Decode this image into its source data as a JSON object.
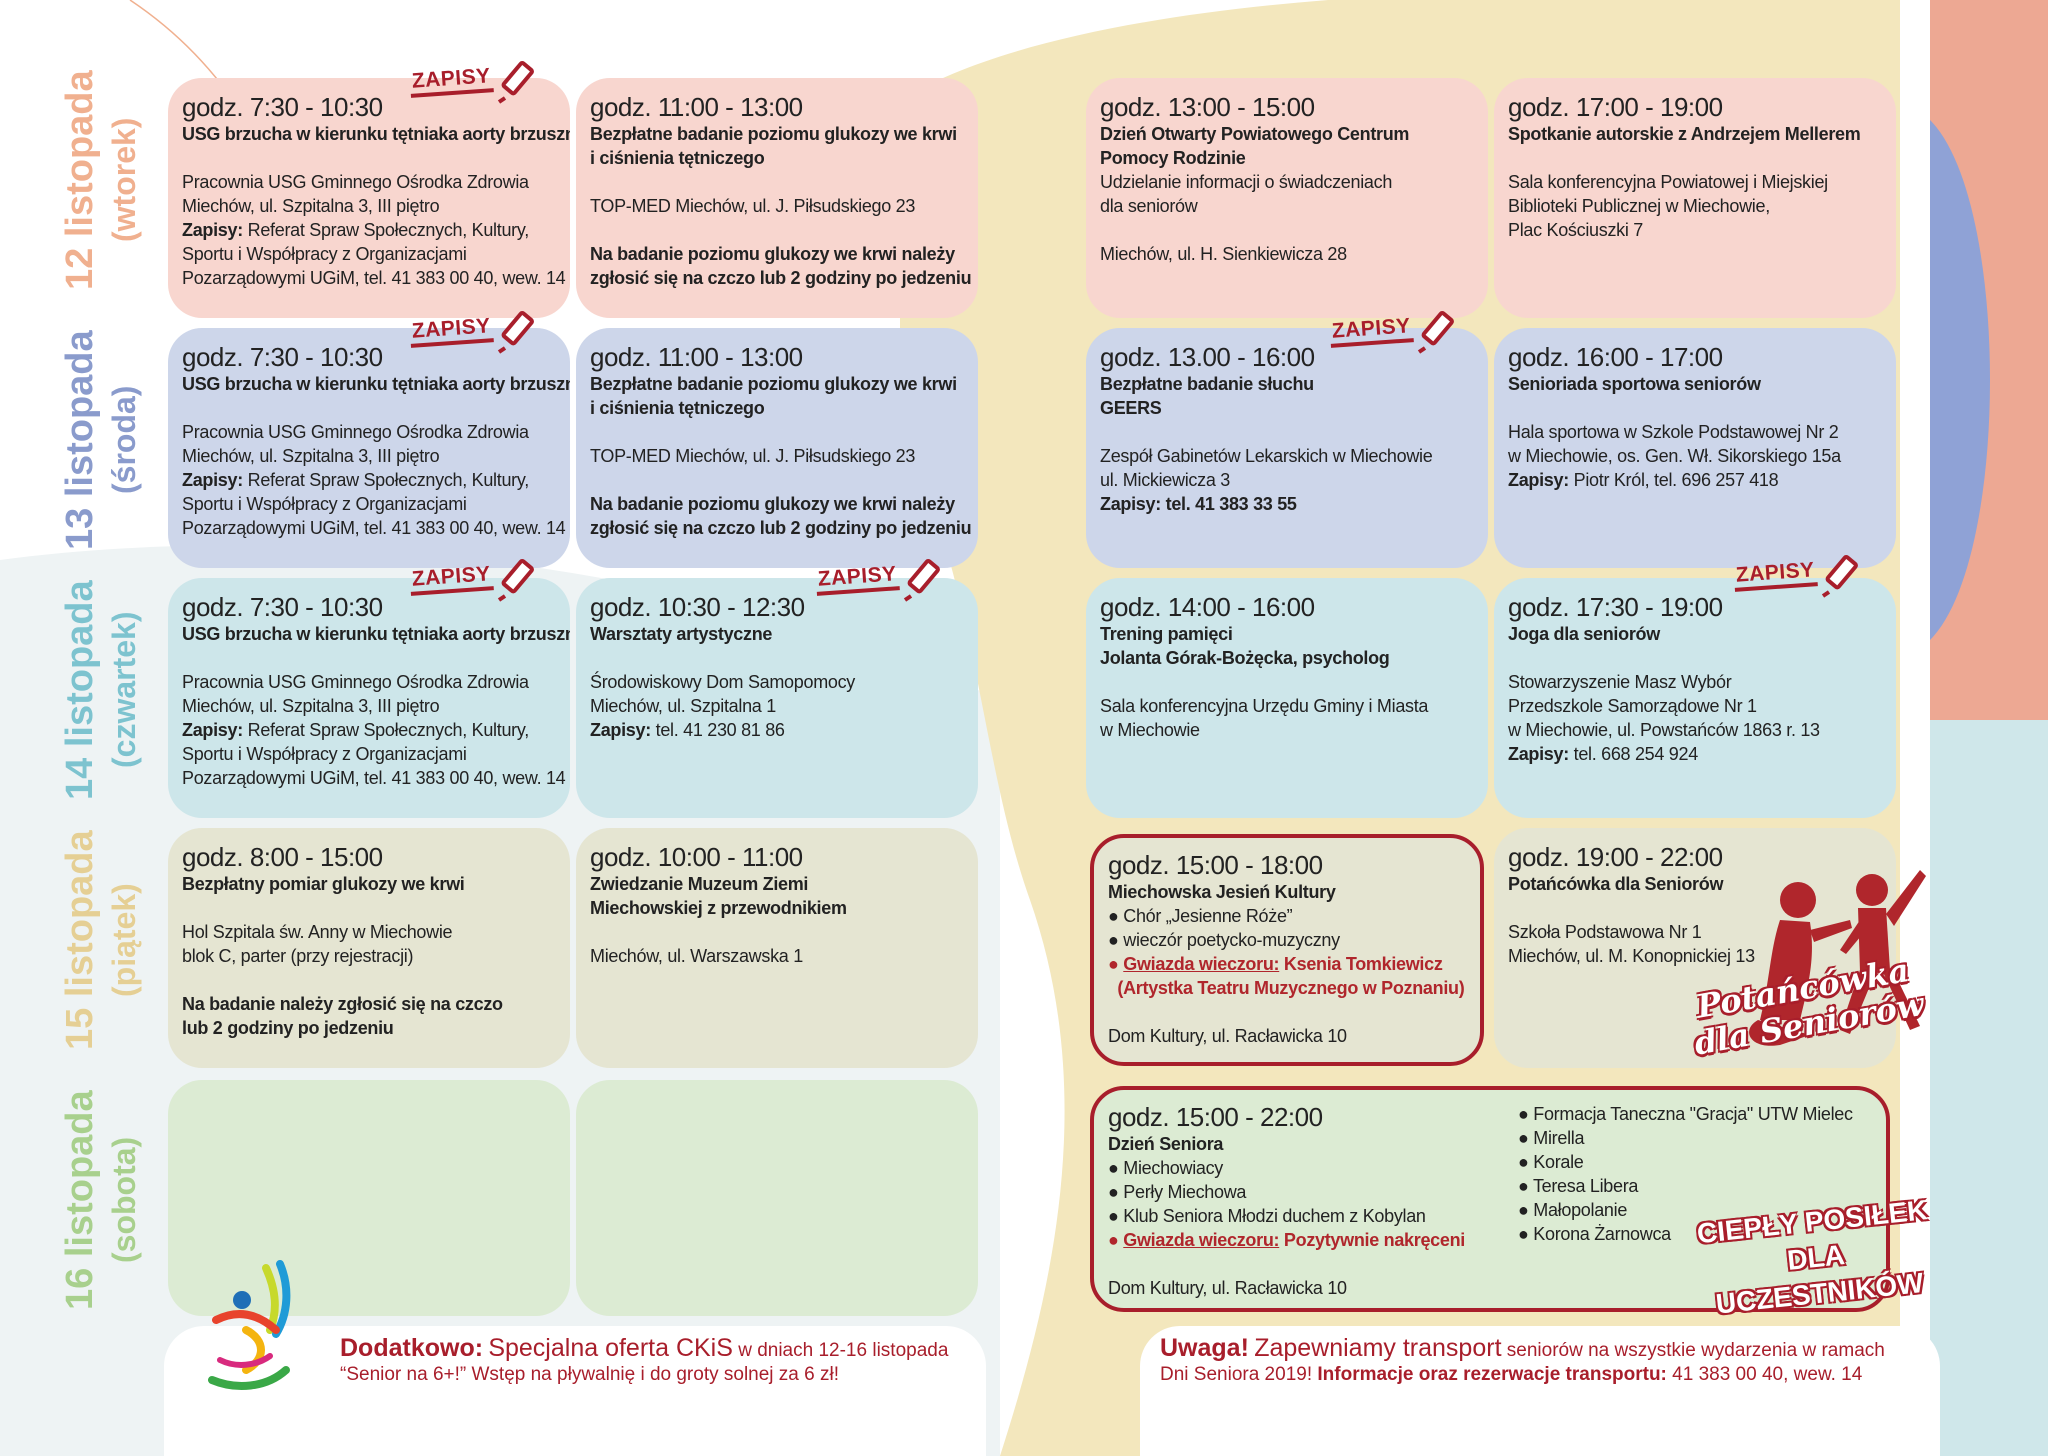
{
  "colors": {
    "pink": "#f8d6cf",
    "blue": "#cdd6ea",
    "cyan": "#cde6ea",
    "beige": "#e5e5d2",
    "green": "#dcebd3",
    "accent_red": "#a81e2b"
  },
  "zapisy_label": "ZAPISY",
  "days": [
    {
      "date": "12 listopada",
      "weekday": "(wtorek)",
      "color": "#f0b08f"
    },
    {
      "date": "13 listopada",
      "weekday": "(środa)",
      "color": "#8a9bcc"
    },
    {
      "date": "14 listopada",
      "weekday": "(czwartek)",
      "color": "#7dc3cf"
    },
    {
      "date": "15 listopada",
      "weekday": "(piątek)",
      "color": "#e5cf94"
    },
    {
      "date": "16 listopada",
      "weekday": "(sobota)",
      "color": "#a8d08d"
    }
  ],
  "events": {
    "e12a": {
      "time": "godz. 7:30 - 10:30",
      "lines": [
        {
          "t": "USG brzucha w kierunku tętniaka aorty brzusznej",
          "b": true
        },
        {
          "t": ""
        },
        {
          "t": "Pracownia USG Gminnego Ośrodka Zdrowia"
        },
        {
          "t": "Miechów, ul. Szpitalna 3, III piętro"
        },
        {
          "k": "Zapisy:",
          "t": " Referat Spraw Społecznych, Kultury,"
        },
        {
          "t": "Sportu i Współpracy z Organizacjami"
        },
        {
          "t": "Pozarządowymi UGiM, tel. 41 383 00 40, wew. 14"
        }
      ]
    },
    "e12b": {
      "time": "godz. 11:00 - 13:00",
      "lines": [
        {
          "t": "Bezpłatne badanie poziomu glukozy we krwi",
          "b": true
        },
        {
          "t": "i ciśnienia tętniczego",
          "b": true
        },
        {
          "t": ""
        },
        {
          "t": "TOP-MED Miechów, ul. J. Piłsudskiego 23"
        },
        {
          "t": ""
        },
        {
          "t": "Na badanie poziomu glukozy we krwi należy",
          "b": true
        },
        {
          "t": "zgłosić się na czczo lub 2 godziny po jedzeniu",
          "b": true
        }
      ]
    },
    "e12c": {
      "time": "godz. 13:00 - 15:00",
      "lines": [
        {
          "t": "Dzień Otwarty Powiatowego Centrum",
          "b": true
        },
        {
          "t": "Pomocy Rodzinie",
          "b": true
        },
        {
          "t": "Udzielanie informacji o świadczeniach"
        },
        {
          "t": "dla seniorów"
        },
        {
          "t": ""
        },
        {
          "t": "Miechów, ul. H. Sienkiewicza 28"
        }
      ]
    },
    "e12d": {
      "time": "godz. 17:00 - 19:00",
      "lines": [
        {
          "t": "Spotkanie autorskie z Andrzejem Mellerem",
          "b": true
        },
        {
          "t": ""
        },
        {
          "t": "Sala konferencyjna Powiatowej i Miejskiej"
        },
        {
          "t": "Biblioteki Publicznej w Miechowie,"
        },
        {
          "t": "Plac Kościuszki 7"
        }
      ]
    },
    "e13a": {
      "time": "godz. 7:30 - 10:30",
      "lines": [
        {
          "t": "USG brzucha w kierunku tętniaka aorty brzusznej",
          "b": true
        },
        {
          "t": ""
        },
        {
          "t": "Pracownia USG Gminnego Ośrodka Zdrowia"
        },
        {
          "t": "Miechów, ul. Szpitalna 3, III piętro"
        },
        {
          "k": "Zapisy:",
          "t": " Referat Spraw Społecznych, Kultury,"
        },
        {
          "t": "Sportu i Współpracy z Organizacjami"
        },
        {
          "t": "Pozarządowymi UGiM, tel. 41 383 00 40, wew. 14"
        }
      ]
    },
    "e13b": {
      "time": "godz. 11:00 - 13:00",
      "lines": [
        {
          "t": "Bezpłatne badanie poziomu glukozy we krwi",
          "b": true
        },
        {
          "t": "i ciśnienia tętniczego",
          "b": true
        },
        {
          "t": ""
        },
        {
          "t": "TOP-MED Miechów, ul. J. Piłsudskiego 23"
        },
        {
          "t": ""
        },
        {
          "t": "Na badanie poziomu glukozy we krwi należy",
          "b": true
        },
        {
          "t": "zgłosić się na czczo lub 2 godziny po jedzeniu",
          "b": true
        }
      ]
    },
    "e13c": {
      "time": "godz. 13.00 - 16:00",
      "lines": [
        {
          "t": "Bezpłatne badanie słuchu",
          "b": true
        },
        {
          "t": "GEERS",
          "b": true
        },
        {
          "t": ""
        },
        {
          "t": "Zespół Gabinetów Lekarskich w Miechowie"
        },
        {
          "t": "ul. Mickiewicza 3"
        },
        {
          "t": "Zapisy: tel. 41 383 33 55",
          "b": true
        }
      ]
    },
    "e13d": {
      "time": "godz. 16:00 - 17:00",
      "lines": [
        {
          "t": "Senioriada sportowa seniorów",
          "b": true
        },
        {
          "t": ""
        },
        {
          "t": "Hala sportowa w Szkole Podstawowej Nr 2"
        },
        {
          "t": "w Miechowie, os. Gen. Wł. Sikorskiego 15a"
        },
        {
          "k": "Zapisy:",
          "t": " Piotr Król, tel. 696 257 418"
        }
      ]
    },
    "e14a": {
      "time": "godz. 7:30 - 10:30",
      "lines": [
        {
          "t": "USG brzucha w kierunku tętniaka aorty brzusznej",
          "b": true
        },
        {
          "t": ""
        },
        {
          "t": "Pracownia USG Gminnego Ośrodka Zdrowia"
        },
        {
          "t": "Miechów, ul. Szpitalna 3, III piętro"
        },
        {
          "k": "Zapisy:",
          "t": " Referat Spraw Społecznych, Kultury,"
        },
        {
          "t": "Sportu i Współpracy z Organizacjami"
        },
        {
          "t": "Pozarządowymi UGiM, tel. 41 383 00 40, wew. 14"
        }
      ]
    },
    "e14b": {
      "time": "godz. 10:30 - 12:30",
      "lines": [
        {
          "t": "Warsztaty artystyczne",
          "b": true
        },
        {
          "t": ""
        },
        {
          "t": "Środowiskowy Dom Samopomocy"
        },
        {
          "t": "Miechów, ul. Szpitalna 1"
        },
        {
          "k": "Zapisy:",
          "t": " tel. 41 230 81 86"
        }
      ]
    },
    "e14c": {
      "time": "godz. 14:00 - 16:00",
      "lines": [
        {
          "t": "Trening pamięci",
          "b": true
        },
        {
          "t": "Jolanta Górak-Bożęcka, psycholog",
          "b": true
        },
        {
          "t": ""
        },
        {
          "t": "Sala konferencyjna Urzędu Gminy i Miasta"
        },
        {
          "t": "w Miechowie"
        }
      ]
    },
    "e14d": {
      "time": "godz. 17:30 - 19:00",
      "lines": [
        {
          "t": "Joga dla seniorów",
          "b": true
        },
        {
          "t": ""
        },
        {
          "t": "Stowarzyszenie Masz Wybór"
        },
        {
          "t": "Przedszkole Samorządowe Nr 1"
        },
        {
          "t": "w Miechowie, ul. Powstańców 1863 r. 13"
        },
        {
          "k": "Zapisy:",
          "t": " tel. 668 254 924"
        }
      ]
    },
    "e15a": {
      "time": "godz. 8:00 - 15:00",
      "lines": [
        {
          "t": "Bezpłatny pomiar glukozy we krwi",
          "b": true
        },
        {
          "t": ""
        },
        {
          "t": "Hol Szpitala św. Anny w Miechowie"
        },
        {
          "t": "blok C, parter (przy rejestracji)"
        },
        {
          "t": ""
        },
        {
          "t": "Na badanie należy zgłosić się na czczo",
          "b": true
        },
        {
          "t": "lub 2 godziny po jedzeniu",
          "b": true
        }
      ]
    },
    "e15b": {
      "time": "godz. 10:00 - 11:00",
      "lines": [
        {
          "t": "Zwiedzanie Muzeum Ziemi",
          "b": true
        },
        {
          "t": "Miechowskiej z przewodnikiem",
          "b": true
        },
        {
          "t": ""
        },
        {
          "t": "Miechów, ul. Warszawska 1"
        }
      ]
    },
    "e15c": {
      "time": "godz. 15:00 - 18:00",
      "lines": [
        {
          "t": "Miechowska Jesień Kultury",
          "b": true
        },
        {
          "t": "● Chór „Jesienne Róże”"
        },
        {
          "t": "● wieczór poetycko-muzyczny"
        },
        {
          "r": "● ",
          "u": "Gwiazda wieczoru:",
          "rt": " Ksenia Tomkiewicz"
        },
        {
          "rt": "  (Artystka Teatru Muzycznego w Poznaniu)"
        },
        {
          "t": ""
        },
        {
          "t": "Dom Kultury, ul. Racławicka 10"
        }
      ]
    },
    "e15d": {
      "time": "godz. 19:00 - 22:00",
      "lines": [
        {
          "t": "Potańcówka dla Seniorów",
          "b": true
        },
        {
          "t": ""
        },
        {
          "t": "Szkoła Podstawowa Nr 1"
        },
        {
          "t": "Miechów, ul. M. Konopnickiej 13"
        }
      ]
    },
    "e16": {
      "time": "godz. 15:00 - 22:00",
      "lines": [
        {
          "t": "Dzień Seniora",
          "b": true
        },
        {
          "t": "● Miechowiacy"
        },
        {
          "t": "● Perły Miechowa"
        },
        {
          "t": "● Klub Seniora Młodzi duchem z Kobylan"
        },
        {
          "r": "● ",
          "u": "Gwiazda wieczoru:",
          "rt": " Pozytywnie nakręceni"
        },
        {
          "t": ""
        },
        {
          "t": "Dom Kultury, ul. Racławicka 10"
        }
      ],
      "lines2": [
        {
          "t": "● Formacja Taneczna \"Gracja\" UTW Mielec"
        },
        {
          "t": "● Mirella"
        },
        {
          "t": "● Korale"
        },
        {
          "t": "● Teresa Libera"
        },
        {
          "t": "● Małopolanie"
        },
        {
          "t": "● Korona Żarnowca"
        }
      ]
    }
  },
  "potancowka_stamp": {
    "line1": "Potańcówka",
    "line2": "dla Seniorów"
  },
  "posilek_stamp": {
    "line1": "CIEPŁY POSIŁEK",
    "line2": "DLA UCZESTNIKÓW"
  },
  "footer_left": {
    "lead": "Dodatkowo:",
    "offer": "Specjalna oferta CKiS",
    "rest1": " w dniach 12-16 listopada",
    "line2": "“Senior na 6+!” Wstęp na pływalnię i do groty solnej za 6 zł!"
  },
  "footer_right": {
    "lead": "Uwaga!",
    "offer": "Zapewniamy transport",
    "rest1": " seniorów na wszystkie wydarzenia w ramach",
    "line2a": "Dni Seniora 2019!",
    "line2b": " Informacje oraz rezerwacje transportu:",
    "line2c": " 41 383 00 40, wew. 14"
  }
}
